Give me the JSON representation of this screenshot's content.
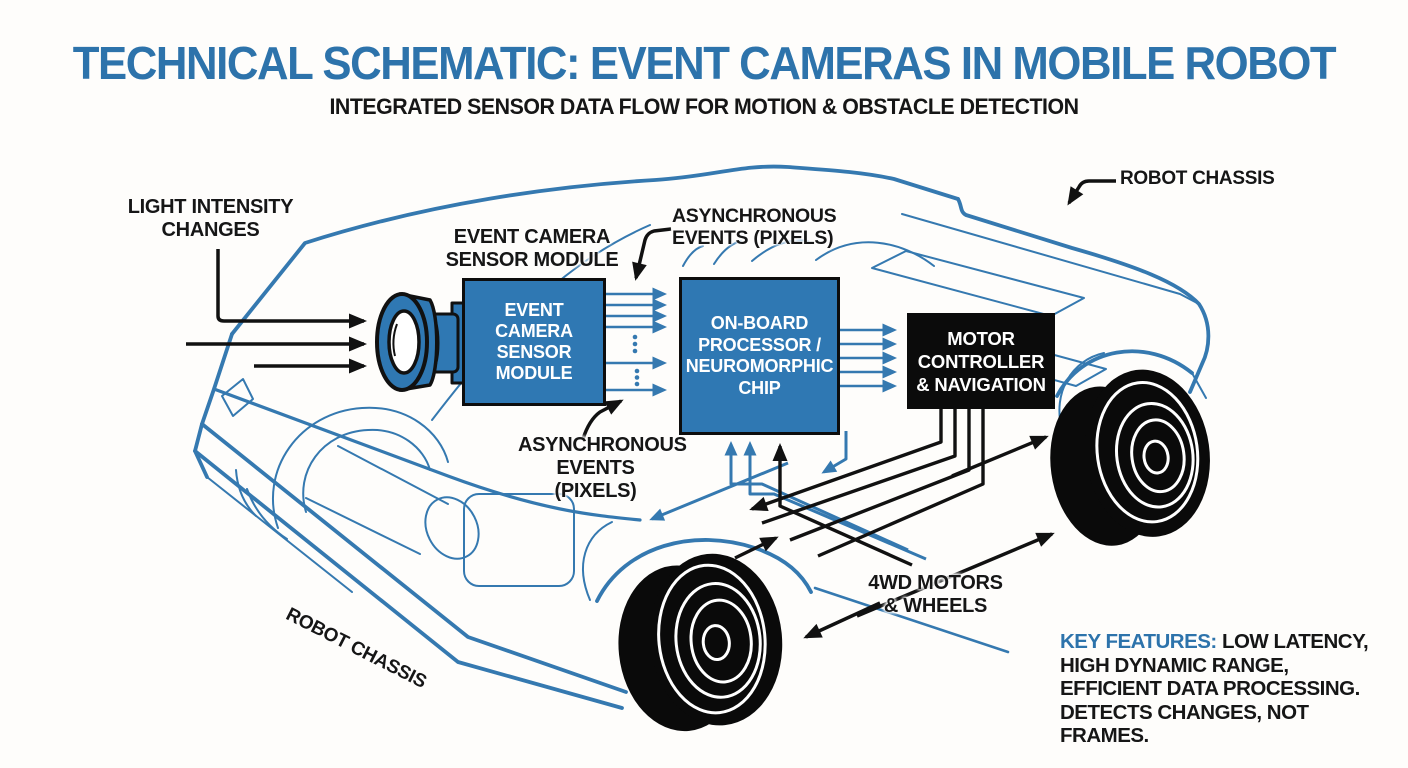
{
  "header": {
    "title": "TECHNICAL SCHEMATIC: EVENT CAMERAS IN MOBILE ROBOT",
    "subtitle": "INTEGRATED SENSOR DATA FLOW FOR MOTION & OBSTACLE DETECTION"
  },
  "labels": {
    "light_intensity": "LIGHT INTENSITY\nCHANGES",
    "sensor_module_caption": "EVENT CAMERA\nSENSOR MODULE",
    "async_events_top": "ASYNCHRONOUS\nEVENTS (PIXELS)",
    "async_events_bottom": "ASYNCHRONOUS\nEVENTS\n(PIXELS)",
    "robot_chassis_top": "ROBOT CHASSIS",
    "robot_chassis_side": "ROBOT CHASSIS",
    "wheels_label": "4WD MOTORS\n& WHEELS"
  },
  "boxes": {
    "sensor_module": "EVENT\nCAMERA\nSENSOR\nMODULE",
    "processor": "ON-BOARD\nPROCESSOR /\nNEUROMORPHIC\nCHIP",
    "motor_controller": "MOTOR\nCONTROLLER\n& NAVIGATION"
  },
  "key_features": {
    "heading": "KEY FEATURES:",
    "line1": "LOW LATENCY,",
    "line2": "HIGH DYNAMIC RANGE,",
    "line3": "EFFICIENT DATA PROCESSING.",
    "line4": "DETECTS CHANGES, NOT FRAMES."
  },
  "colors": {
    "accent_blue": "#2d73ab",
    "diagram_blue": "#3579b0",
    "box_blue": "#2f78b3",
    "line_black": "#111111"
  }
}
